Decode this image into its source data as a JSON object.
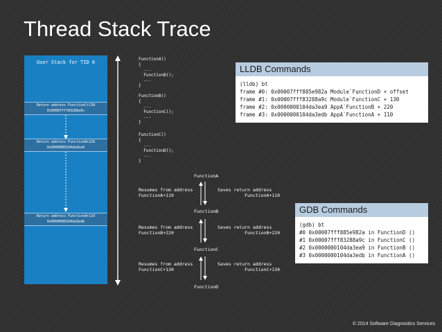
{
  "title": "Thread Stack Trace",
  "stack": {
    "header": "User Stack for TID 0",
    "frames": [
      {
        "line1": "Return address FunctionC+130",
        "line2": "0x00007fff83288a9c"
      },
      {
        "line1": "Return address FunctionB+220",
        "line2": "0x0000000104da3ea9"
      },
      {
        "line1": "Return address FunctionA+110",
        "line2": "0x0000000104da3edb"
      }
    ]
  },
  "code": {
    "functionA": "FunctionA()\n{\n  ...\n  FunctionB();\n  ...\n}",
    "functionB": "FunctionB()\n{\n  ...\n  FunctionC();\n  ...\n}",
    "functionC": "FunctionC()\n{\n  ...\n  FunctionD();\n  ...\n}"
  },
  "flow": {
    "functions": [
      "FunctionA",
      "FunctionB",
      "FunctionC",
      "FunctionD"
    ],
    "resumes": [
      "Resumes from address\nFunctionA+110",
      "Resumes from address\nFunctionB+220",
      "Resumes from address\nFunctionC+130"
    ],
    "saves": [
      "Saves return address\n          FunctionA+110",
      "Saves return address\n          FunctionB+220",
      "Saves return address\n          FunctionC+130"
    ]
  },
  "lldb": {
    "header": "LLDB Commands",
    "body": "(lldb) bt\nframe #0: 0x00007fff885e982a Module`FunctionD + offset\nframe #1: 0x00007fff83288a9c Module`FunctionC + 130\nframe #2: 0x0000000104da3ea9 AppA`FunctionB + 220\nframe #3: 0x0000000104da3edb AppA`FunctionA + 110"
  },
  "gdb": {
    "header": "GDB Commands",
    "body": "(gdb) bt\n#0 0x00007fff885e982a in FunctionD ()\n#1 0x00007fff83288a9c in FunctionC ()\n#2 0x0000000104da3ea9 in FunctionB ()\n#3 0x0000000104da3edb in FunctionA ()"
  },
  "copyright": "© 2014 Software Diagnostics Services"
}
